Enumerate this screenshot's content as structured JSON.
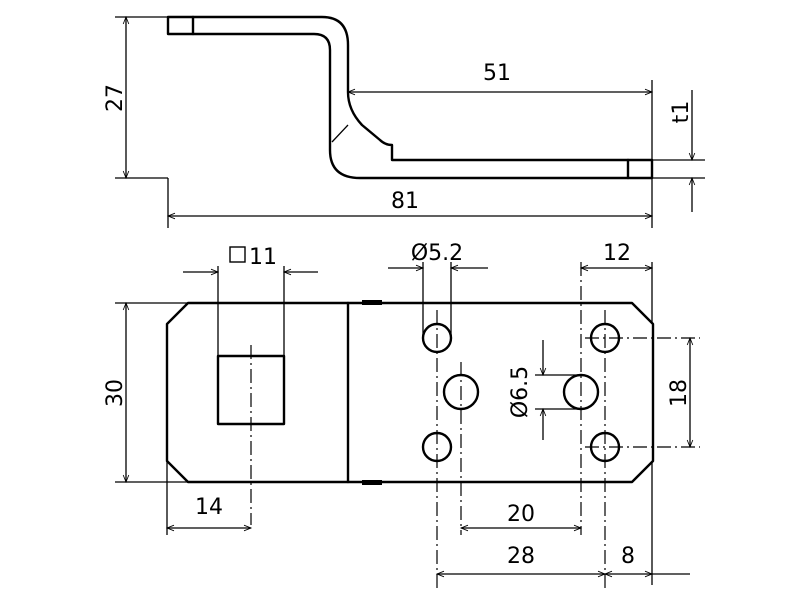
{
  "colors": {
    "stroke": "#000000",
    "background": "#ffffff"
  },
  "side_view": {
    "height_dim": "27",
    "flange_length_dim": "51",
    "thickness_dim": "t1",
    "overall_length_dim": "81"
  },
  "top_view": {
    "square_hole_dim": "11",
    "small_hole_dia_dim": "Ø5.2",
    "edge_offset_dim": "12",
    "width_dim": "30",
    "center_hole_dia_dim": "Ø6.5",
    "hole_spacing_vertical_dim": "18",
    "square_offset_dim": "14",
    "hole_pitch_dim": "20",
    "outer_hole_span_dim": "28",
    "end_offset_dim": "8"
  }
}
